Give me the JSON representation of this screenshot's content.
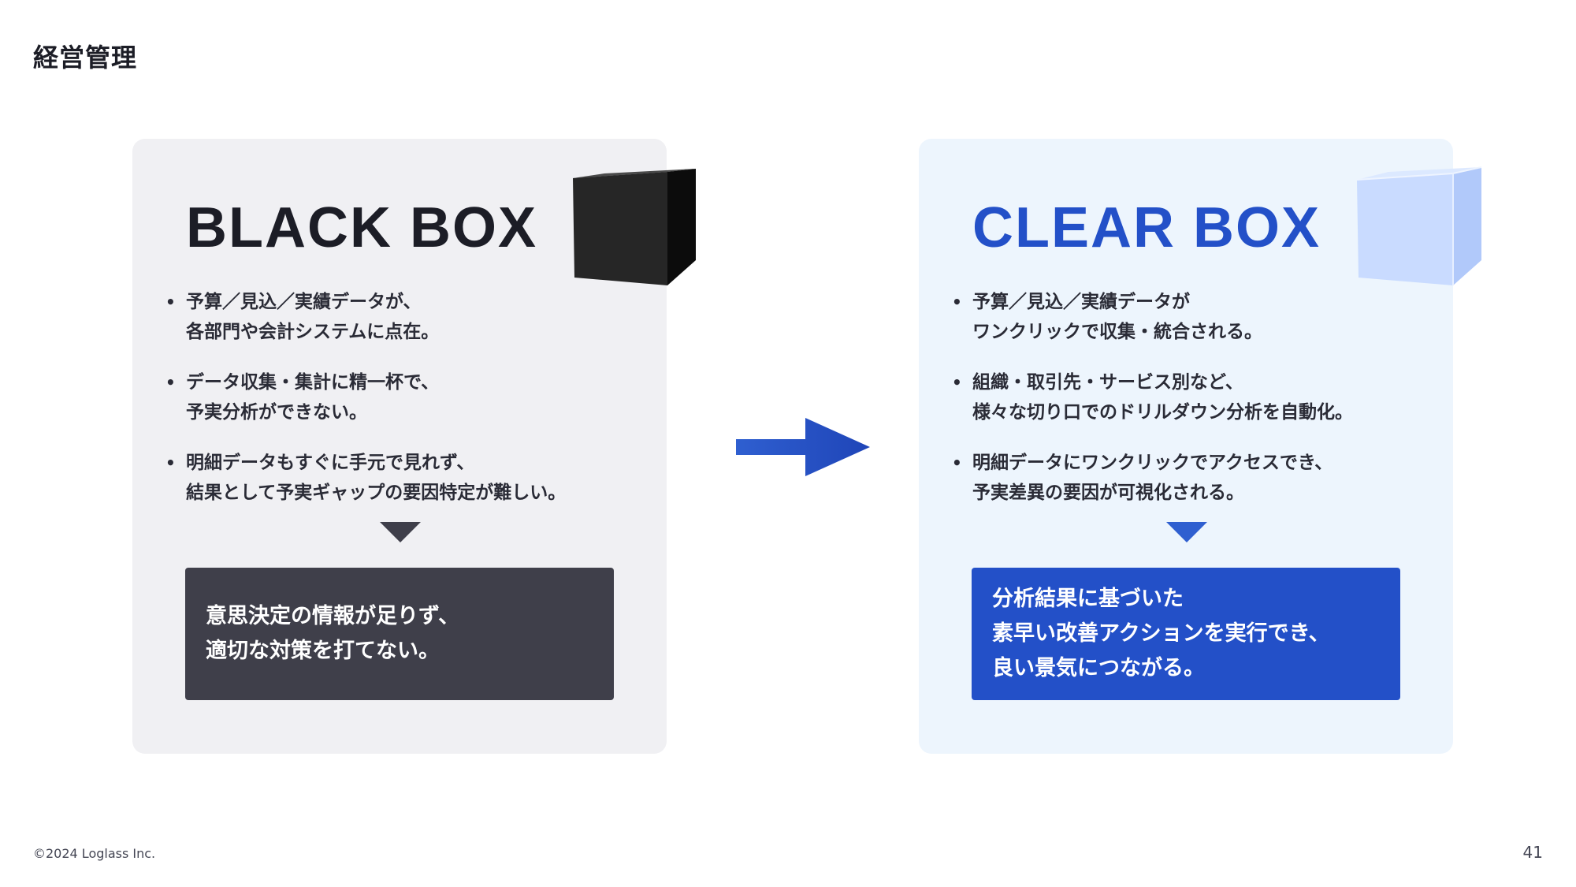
{
  "page_title": "経営管理",
  "black_box": {
    "heading": "BLACK BOX",
    "bullets": [
      {
        "line1": "予算／見込／実績データが、",
        "line2": "各部門や会計システムに点在。"
      },
      {
        "line1": "データ収集・集計に精一杯で、",
        "line2": "予実分析ができない。"
      },
      {
        "line1": "明細データもすぐに手元で見れず、",
        "line2": "結果として予実ギャップの要因特定が難しい。"
      }
    ],
    "result": {
      "line1": "意思決定の情報が足りず、",
      "line2": "適切な対策を打てない。"
    }
  },
  "clear_box": {
    "heading": "CLEAR BOX",
    "bullets": [
      {
        "line1": "予算／見込／実績データが",
        "line2": "ワンクリックで収集・統合される。"
      },
      {
        "line1": "組織・取引先・サービス別など、",
        "line2": "様々な切り口でのドリルダウン分析を自動化。"
      },
      {
        "line1": "明細データにワンクリックでアクセスでき、",
        "line2": "予実差異の要因が可視化される。"
      }
    ],
    "result": {
      "line1": "分析結果に基づいた",
      "line2": "素早い改善アクションを実行でき、",
      "line3": "良い景気につながる。"
    }
  },
  "bullet_symbol": "•",
  "footer": {
    "copyright": "©2024 Loglass Inc.",
    "page_number": "41"
  },
  "icons": {
    "black_cube": "black-cube-icon",
    "clear_cube": "clear-cube-icon",
    "arrow": "right-arrow-icon",
    "down_triangle": "down-triangle-icon"
  },
  "colors": {
    "black_panel_bg": "#f0f0f3",
    "clear_panel_bg": "#edf5fd",
    "dark_box": "#3f3f4a",
    "accent_blue": "#2350c8"
  }
}
